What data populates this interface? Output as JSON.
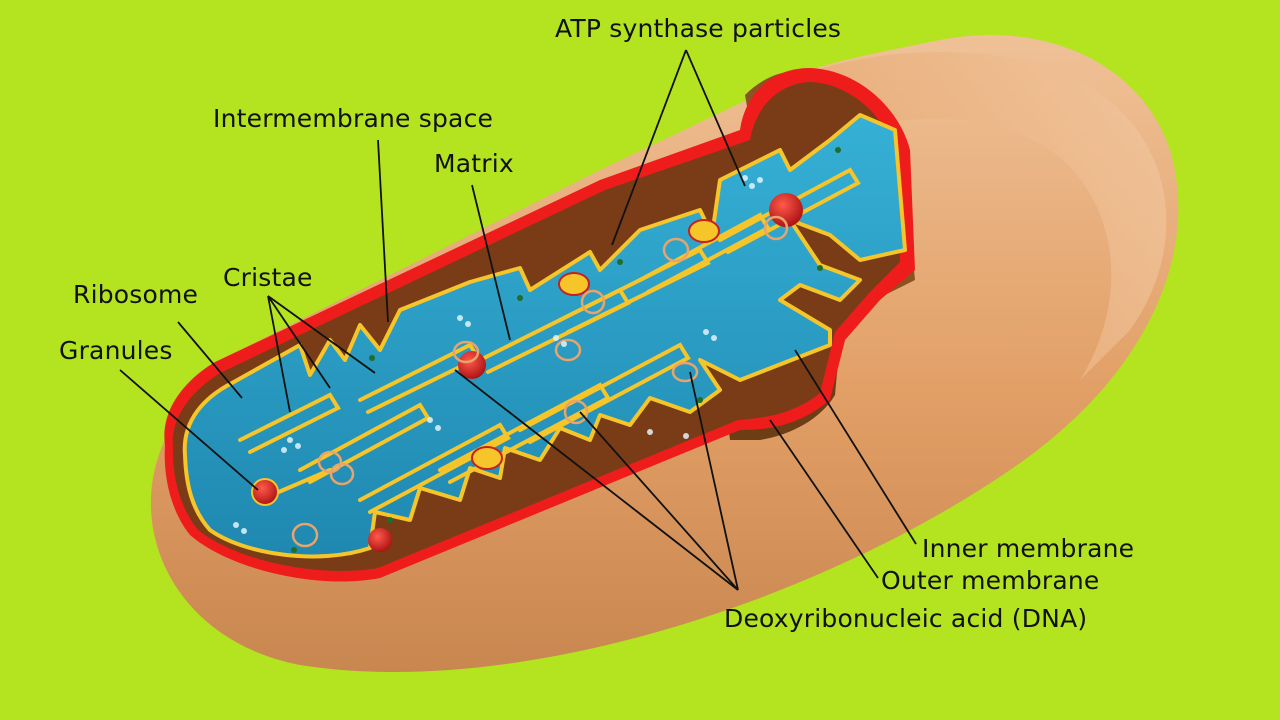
{
  "colors": {
    "background": "#b4e31f",
    "outer_membrane": "#ef1c1c",
    "inner_membrane": "#f5c52a",
    "matrix": "#2aa0c8",
    "body": "#e3a36a",
    "intermembrane_space": "#8a5321"
  },
  "labels": {
    "atp_synthase": "ATP synthase particles",
    "intermembrane_space": "Intermembrane space",
    "matrix": "Matrix",
    "cristae": "Cristae",
    "ribosome": "Ribosome",
    "granules": "Granules",
    "inner_membrane": "Inner membrane",
    "outer_membrane": "Outer membrane",
    "dna": "Deoxyribonucleic acid (DNA)"
  }
}
